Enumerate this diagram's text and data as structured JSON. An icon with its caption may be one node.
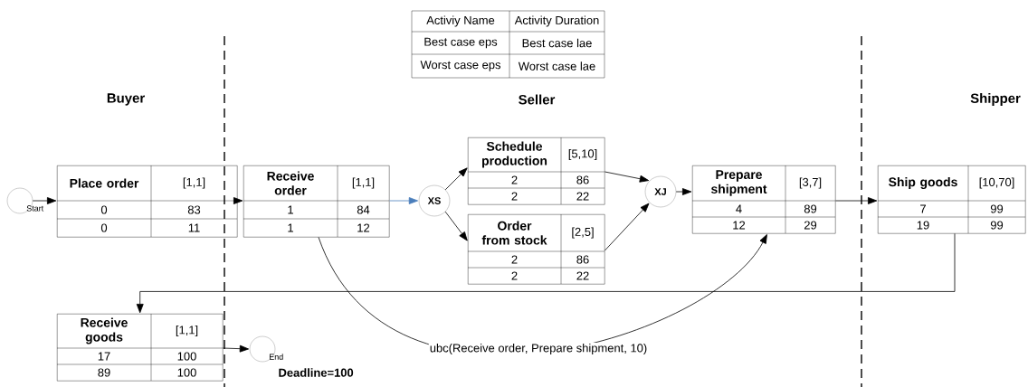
{
  "diagram": {
    "nodes": [
      {
        "text": [],
        "shape": "circle",
        "beside": [
          "Start"
        ]
      },
      {
        "text": [
          "Place order",
          "[1,1]",
          "0",
          "83",
          "0",
          "11"
        ]
      },
      {
        "text": [
          "Receive order",
          "[1,1]",
          "1",
          "84",
          "1",
          "12"
        ]
      },
      {
        "text": [
          "XS"
        ]
      },
      {
        "text": [
          "Schedule production",
          "[5,10]",
          "2",
          "86",
          "2",
          "22"
        ]
      },
      {
        "text": [
          "Order from stock",
          "[2,5]",
          "2",
          "86",
          "2",
          "22"
        ]
      },
      {
        "text": [
          "XJ"
        ]
      },
      {
        "text": [
          "Prepare shipment",
          "[3,7]",
          "4",
          "89",
          "12",
          "29"
        ]
      },
      {
        "text": [
          "Ship goods",
          "[10,70]",
          "7",
          "99",
          "19",
          "99"
        ]
      },
      {
        "text": [
          "Receive goods",
          "[1,1]",
          "17",
          "100",
          "89",
          "100"
        ]
      },
      {
        "text": [],
        "shape": "circle",
        "beside": [
          "End"
        ]
      }
    ],
    "edges": [
      {
        "from": 0,
        "to": 1,
        "arrow": "to"
      },
      {
        "from": 1,
        "to": 2,
        "arrow": "to"
      },
      {
        "from": 2,
        "to": 3,
        "arrow": "to",
        "color": "#4a7ebb"
      },
      {
        "from": 3,
        "to": 4,
        "arrow": "to"
      },
      {
        "from": 3,
        "to": 5,
        "arrow": "to"
      },
      {
        "from": 4,
        "to": 6,
        "arrow": "to"
      },
      {
        "from": 5,
        "to": 6,
        "arrow": "to"
      },
      {
        "from": 6,
        "to": 7,
        "arrow": "to"
      },
      {
        "from": 7,
        "to": 8,
        "arrow": "to"
      },
      {
        "from": 8,
        "to": 9,
        "arrow": "to"
      },
      {
        "from": 2,
        "to": 7,
        "arrow": "to",
        "label": "ubc(Receive order, Prepare shipment, 10)"
      },
      {
        "from": 9,
        "to": 10,
        "arrow": "to"
      }
    ],
    "labels": [
      "Activiy Name",
      "Activity Duration",
      "Best case eps",
      "Best case lae",
      "Worst case eps",
      "Worst case lae",
      "Buyer",
      "Seller",
      "Shipper",
      "Deadline=100"
    ]
  }
}
